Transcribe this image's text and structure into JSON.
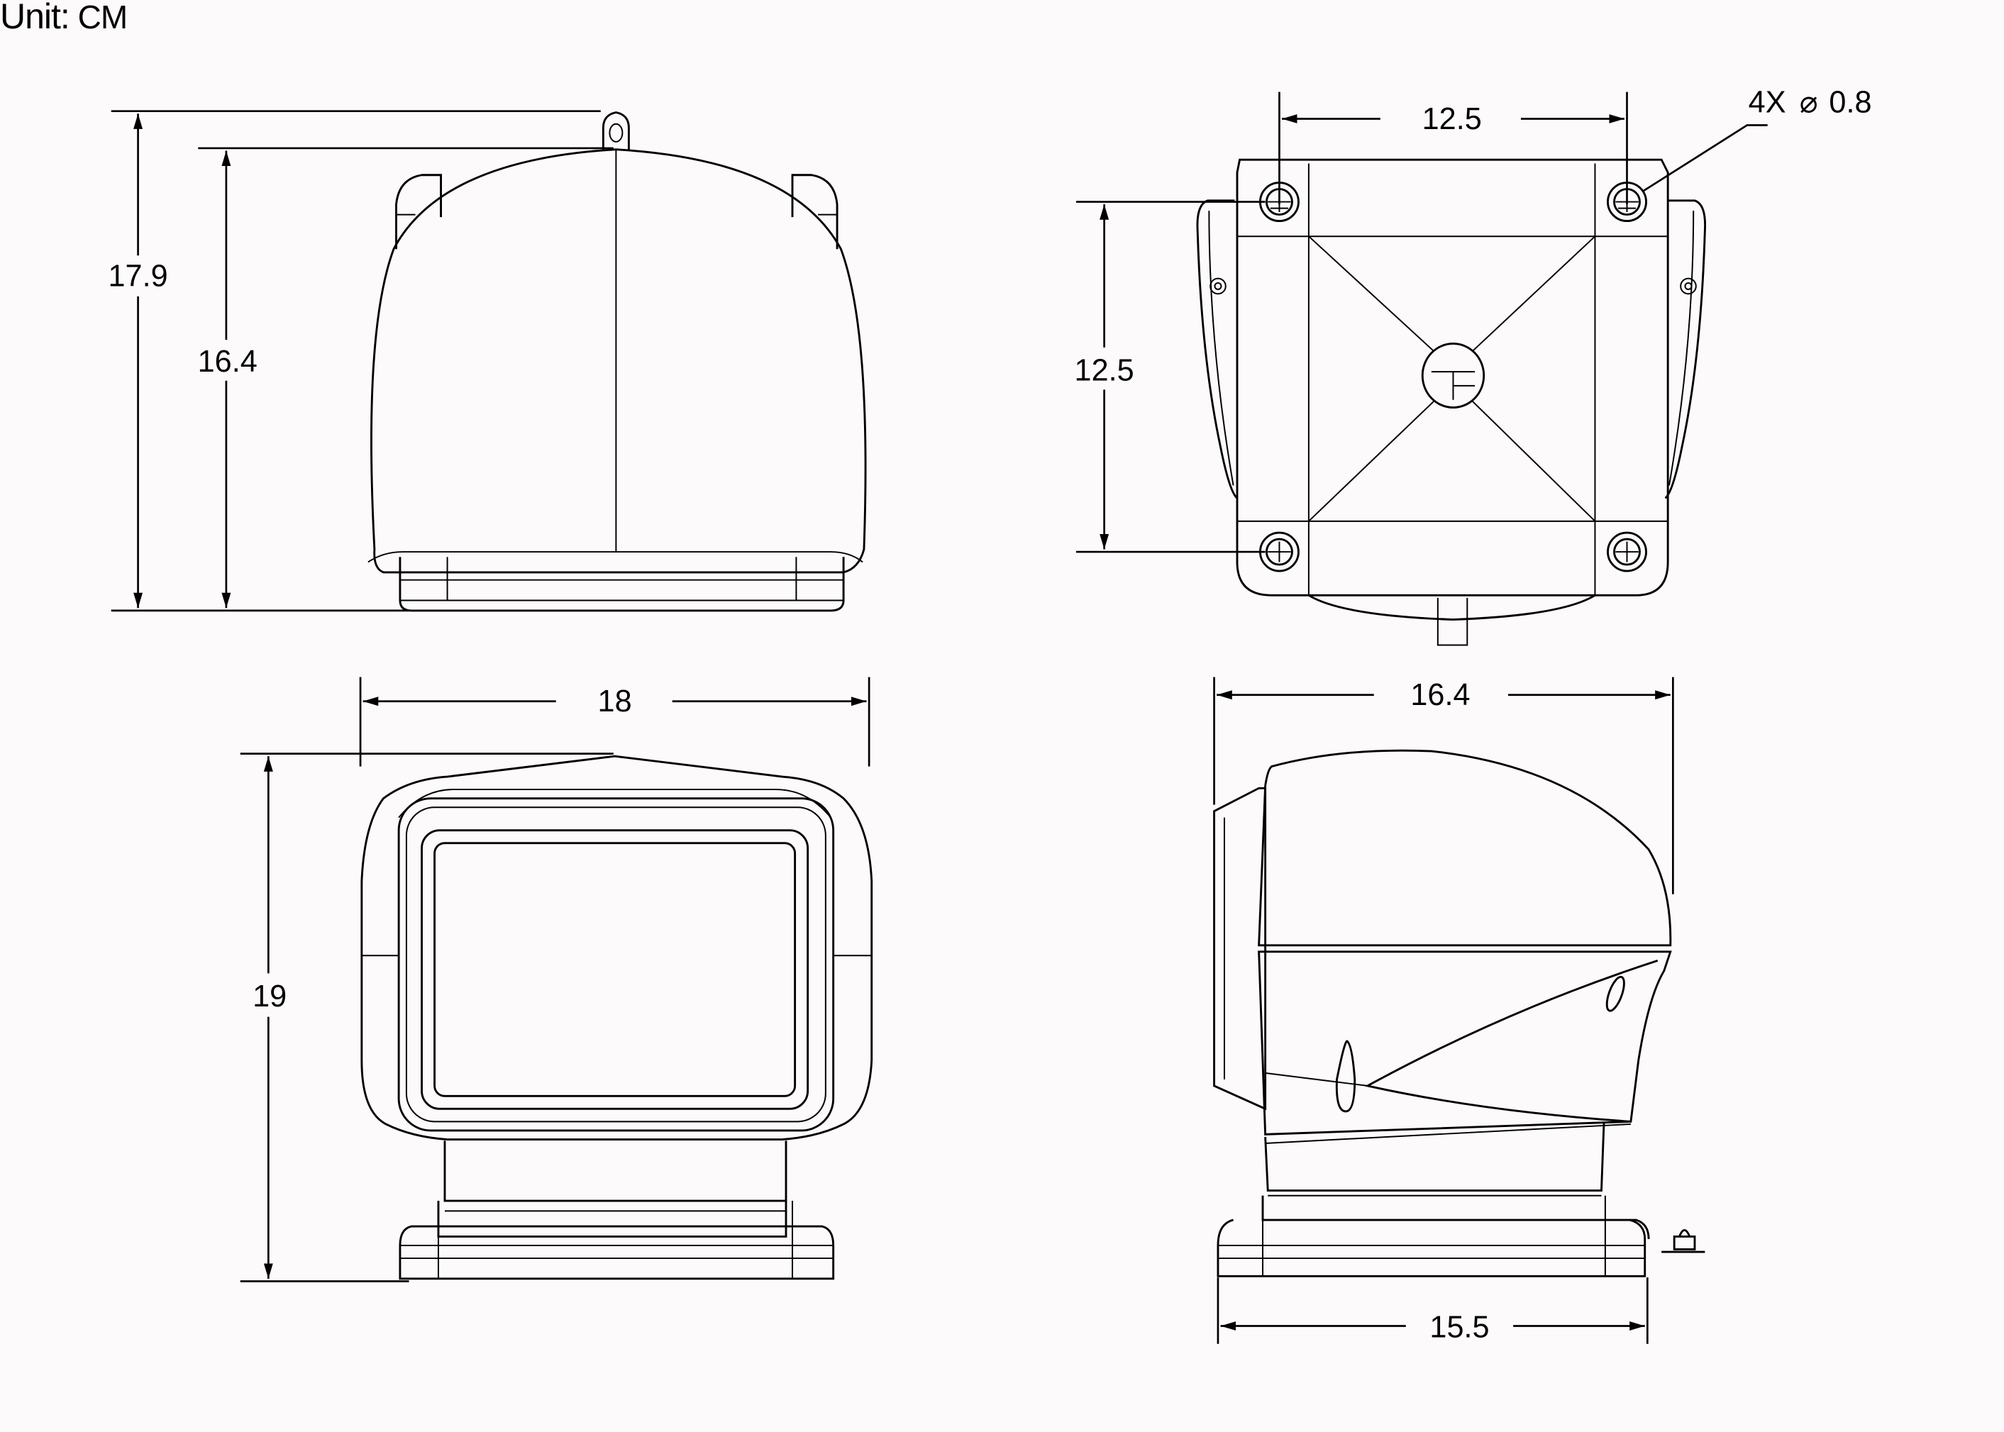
{
  "header": {
    "unit_prefix": "Unit:",
    "unit_value": "CM"
  },
  "views": {
    "top_view": {
      "name": "side elevation (top-left)",
      "dimensions": {
        "overall_height": "17.9",
        "body_height": "16.4"
      }
    },
    "bottom_view": {
      "name": "base plan (top-right)",
      "dimensions": {
        "hole_spacing_horizontal": "12.5",
        "hole_spacing_vertical": "12.5",
        "holes_callout": "4X",
        "hole_diameter_symbol": "⌀",
        "hole_diameter": "0.8",
        "overall_width": "16.4"
      }
    },
    "front_view": {
      "name": "front elevation (bottom-left)",
      "dimensions": {
        "overall_width": "18",
        "overall_height": "19"
      }
    },
    "side_view": {
      "name": "side elevation (bottom-right)",
      "dimensions": {
        "overall_depth": "16.4",
        "base_depth": "15.5"
      }
    }
  },
  "colors": {
    "line": "#000000",
    "background": "#fcfafb"
  }
}
